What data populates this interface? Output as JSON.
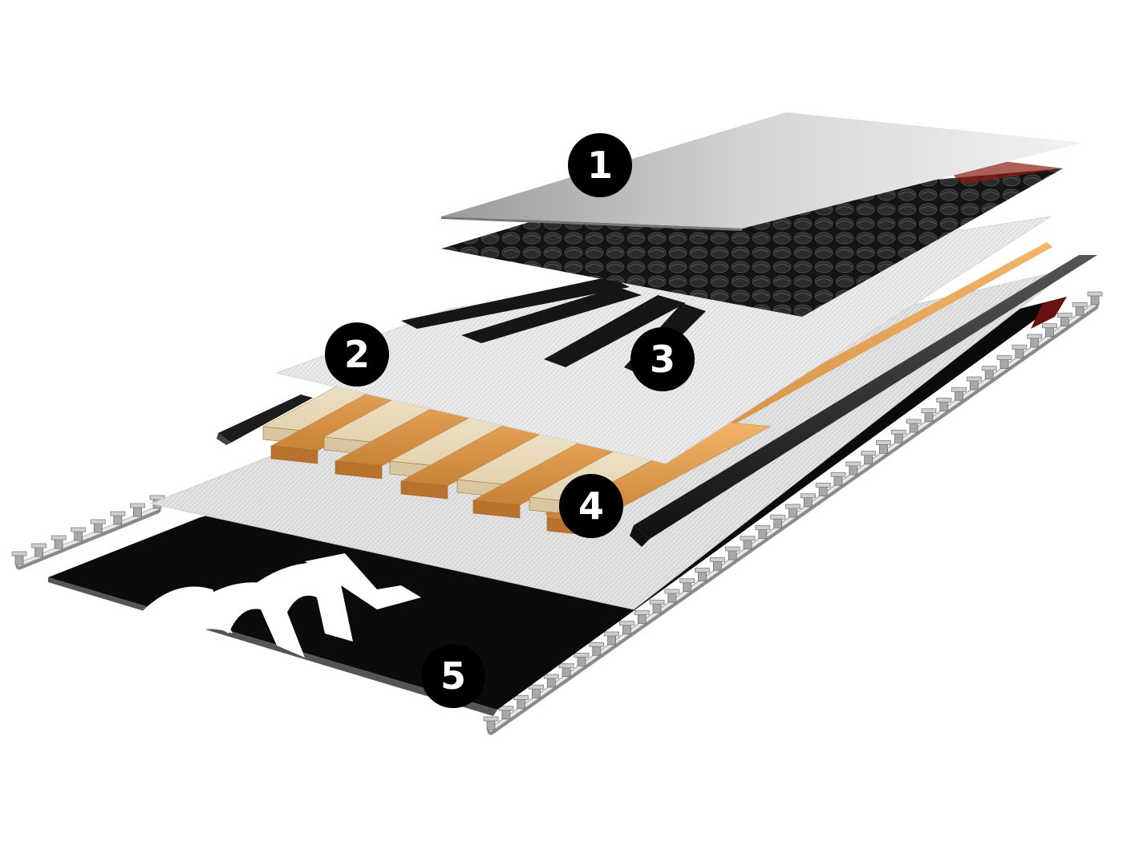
{
  "colors": {
    "background": "#ffffff",
    "callout_fill": "#000000",
    "callout_text": "#ffffff",
    "topsheet_gray": "#c9c9c9",
    "carbon_black": "#1a1a1a",
    "fiberglass_light": "#e6e6e6",
    "wood_light": "#efe3c8",
    "wood_dark": "#e3a35a",
    "sidewall_dark": "#2a2a2a",
    "base_black": "#0b0b0b",
    "steel_edge": "#bdbdbd"
  },
  "callouts": [
    {
      "id": "1",
      "label": "1"
    },
    {
      "id": "2",
      "label": "2"
    },
    {
      "id": "3",
      "label": "3"
    },
    {
      "id": "4",
      "label": "4"
    },
    {
      "id": "5",
      "label": "5"
    }
  ]
}
